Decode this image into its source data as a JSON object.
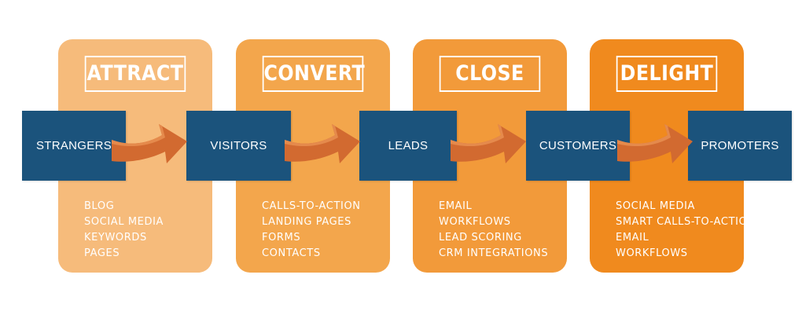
{
  "columns": [
    {
      "title": "ATTRACT",
      "items": [
        "BLOG",
        "SOCIAL MEDIA",
        "KEYWORDS",
        "PAGES"
      ]
    },
    {
      "title": "CONVERT",
      "items": [
        "CALLS-TO-ACTION",
        "LANDING PAGES",
        "FORMS",
        "CONTACTS"
      ]
    },
    {
      "title": "CLOSE",
      "items": [
        "EMAIL",
        "WORKFLOWS",
        "LEAD SCORING",
        "CRM INTEGRATIONS"
      ]
    },
    {
      "title": "DELIGHT",
      "items": [
        "SOCIAL MEDIA",
        "SMART CALLS-TO-ACTION",
        "EMAIL",
        "WORKFLOWS"
      ]
    }
  ],
  "stages": [
    "STRANGERS",
    "VISITORS",
    "LEADS",
    "CUSTOMERS",
    "PROMOTERS"
  ],
  "colors": {
    "attract_panel": "#f6bb7b",
    "convert_panel": "#f3a64c",
    "close_panel": "#f29a3a",
    "delight_panel": "#f08a1e",
    "stage_box": "#1b537c",
    "arrow": "#d26a30"
  }
}
